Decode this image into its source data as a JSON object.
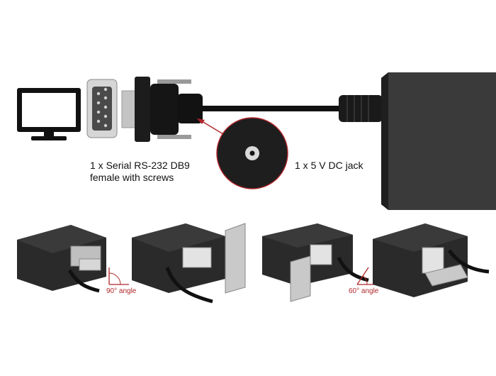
{
  "captions": {
    "serial_line1": "1 x Serial RS-232 DB9",
    "serial_line2": "female with screws",
    "dc_jack": "1 x 5 V DC jack"
  },
  "angles": {
    "angle_90": "90° angle",
    "angle_60": "60° angle"
  },
  "colors": {
    "accent_red": "#b0262b",
    "device_body": "#2b2b2b",
    "cable": "#111111"
  }
}
